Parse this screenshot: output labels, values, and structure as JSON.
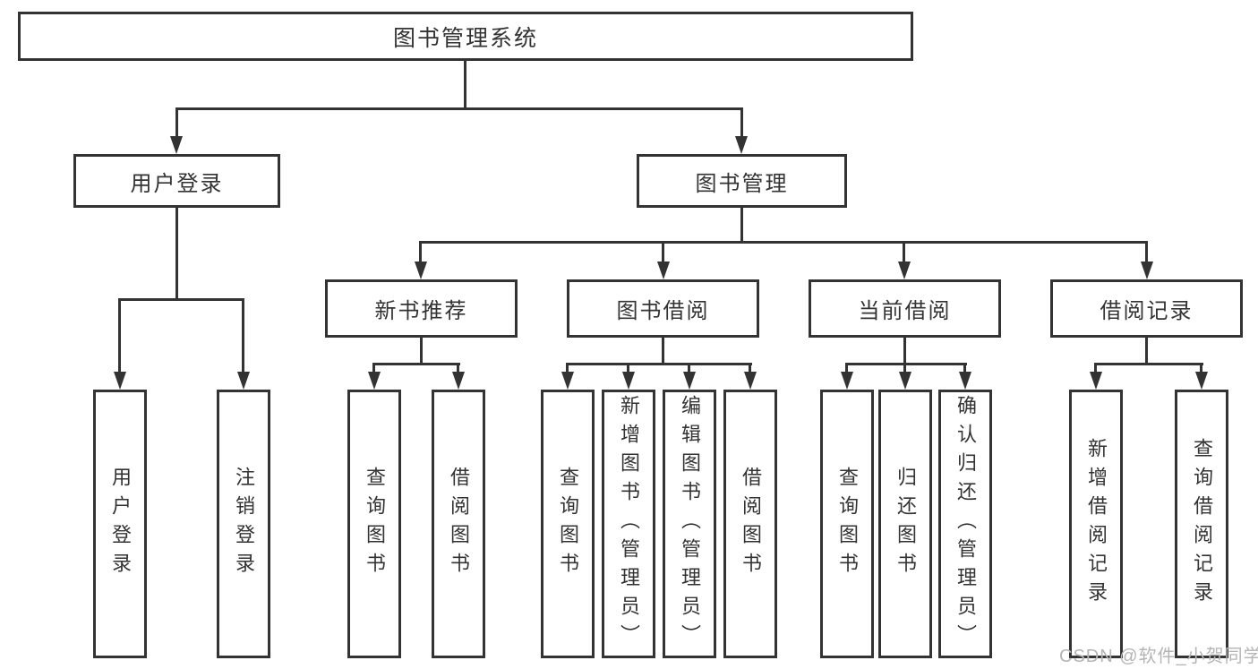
{
  "diagram": {
    "type": "hierarchy-tree",
    "colors": {
      "line": "#333333",
      "text": "#333333",
      "box_background": "#ffffff",
      "watermark": "#b5b5b5"
    }
  },
  "tree": {
    "root": {
      "label": "图书管理系统"
    },
    "children": [
      {
        "label": "用户登录",
        "children": [
          {
            "label": "用户登录"
          },
          {
            "label": "注销登录"
          }
        ]
      },
      {
        "label": "图书管理",
        "children": [
          {
            "label": "新书推荐",
            "children": [
              {
                "label": "查询图书"
              },
              {
                "label": "借阅图书"
              }
            ]
          },
          {
            "label": "图书借阅",
            "children": [
              {
                "label": "查询图书"
              },
              {
                "label": "新增图书（管理员）"
              },
              {
                "label": "编辑图书（管理员）"
              },
              {
                "label": "借阅图书"
              }
            ]
          },
          {
            "label": "当前借阅",
            "children": [
              {
                "label": "查询图书"
              },
              {
                "label": "归还图书"
              },
              {
                "label": "确认归还（管理员）"
              }
            ]
          },
          {
            "label": "借阅记录",
            "children": [
              {
                "label": "新增借阅记录"
              },
              {
                "label": "查询借阅记录"
              }
            ]
          }
        ]
      }
    ]
  },
  "watermark": {
    "text": "CSDN @软件_小贺同学"
  }
}
